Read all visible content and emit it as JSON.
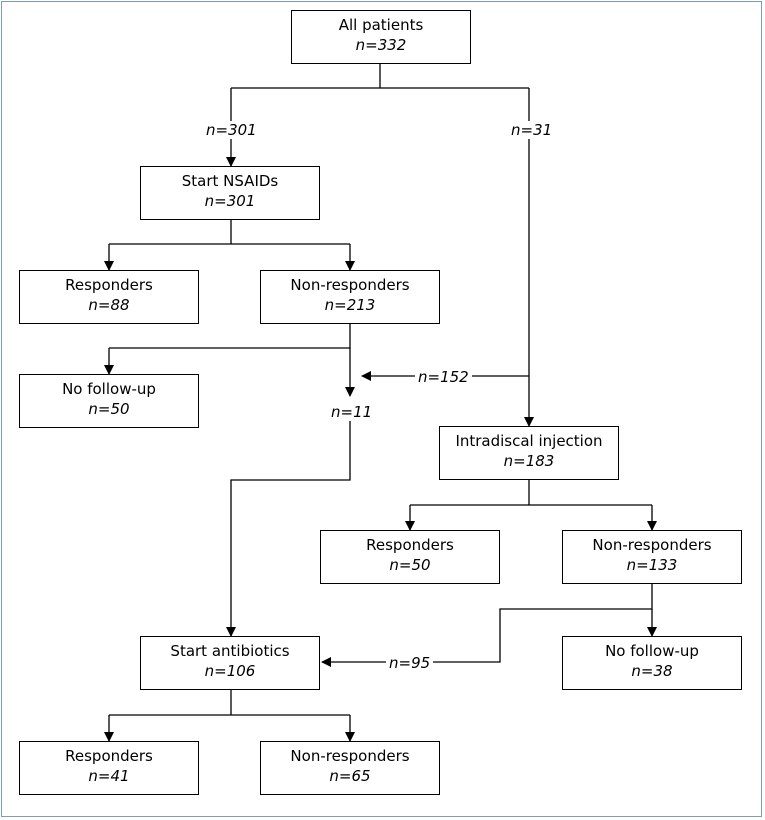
{
  "nodes": {
    "all_patients": {
      "title": "All patients",
      "n": "n=332"
    },
    "start_nsaids": {
      "title": "Start NSAIDs",
      "n": "n=301"
    },
    "nsaids_responders": {
      "title": "Responders",
      "n": "n=88"
    },
    "nsaids_nonresponders": {
      "title": "Non-responders",
      "n": "n=213"
    },
    "nsaids_no_followup": {
      "title": "No follow-up",
      "n": "n=50"
    },
    "intradiscal_injection": {
      "title": "Intradiscal injection",
      "n": "n=183"
    },
    "injection_responders": {
      "title": "Responders",
      "n": "n=50"
    },
    "injection_nonresponders": {
      "title": "Non-responders",
      "n": "n=133"
    },
    "injection_no_followup": {
      "title": "No follow-up",
      "n": "n=38"
    },
    "start_antibiotics": {
      "title": "Start antibiotics",
      "n": "n=106"
    },
    "antibiotics_responders": {
      "title": "Responders",
      "n": "n=41"
    },
    "antibiotics_nonresponders": {
      "title": "Non-responders",
      "n": "n=65"
    }
  },
  "edge_labels": {
    "to_nsaids": "n=301",
    "to_injection": "n=31",
    "nonresp_to_injection": "n=152",
    "nonresp_to_antibiotics": "n=11",
    "injection_nonresp_to_antibiotics": "n=95"
  },
  "colors": {
    "frame_border": "#7f9db9",
    "line": "#000000"
  }
}
